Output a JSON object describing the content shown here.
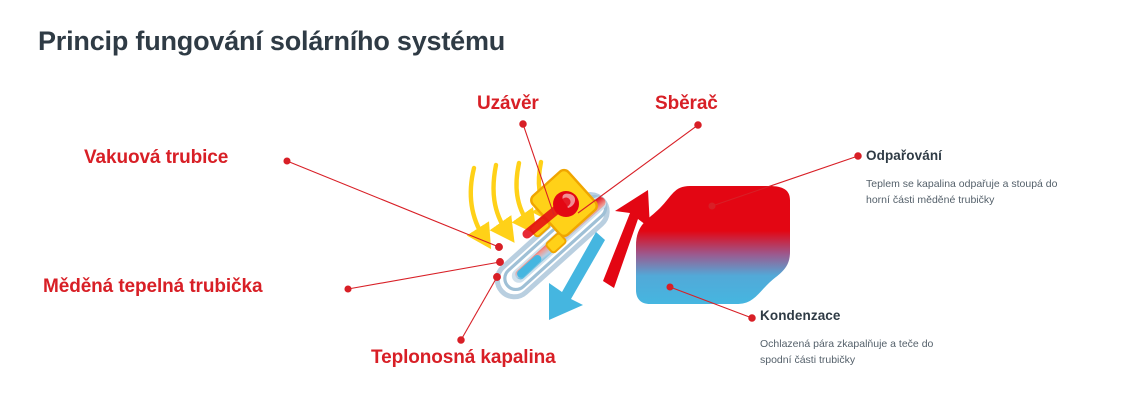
{
  "header": {
    "title": "Princip fungování solárního systému",
    "title_color": "#2f3b45"
  },
  "colors": {
    "red": "#d81f26",
    "bright_red": "#e30613",
    "sun_yellow": "#ffd118",
    "glass_blue": "#b9cfe0",
    "arrow_blue": "#45b6e0",
    "dark_text": "#2f3b45",
    "body_text": "#55616b"
  },
  "callouts": [
    {
      "id": "vakuova-trubice",
      "label": "Vakuová trubice"
    },
    {
      "id": "medena-trubicka",
      "label": "Měděná tepelná trubička"
    },
    {
      "id": "teplonosna-kapalina",
      "label": "Teplonosná kapalina"
    },
    {
      "id": "uzaver",
      "label": "Uzávěr"
    },
    {
      "id": "sberac",
      "label": "Sběrač"
    }
  ],
  "side_blocks": [
    {
      "id": "odparovani",
      "title": "Odpařování",
      "description": "Teplem se kapalina odpařuje a stoupá do\nhorní části měděné trubičky"
    },
    {
      "id": "kondenzace",
      "title": "Kondenzace",
      "description": "Ochlazená pára zkapalňuje a teče do\nspodní části trubičky"
    }
  ],
  "diagram": {
    "sun_rays_icon": "sun-ray-arrows",
    "vapour_arrow_icon": "arrow-up-right",
    "liquid_arrow_icon": "arrow-down-left",
    "heat_wave_icon": "heat-gradient-wave",
    "tube_icon": "evacuated-tube",
    "manifold_icon": "manifold-connector"
  }
}
